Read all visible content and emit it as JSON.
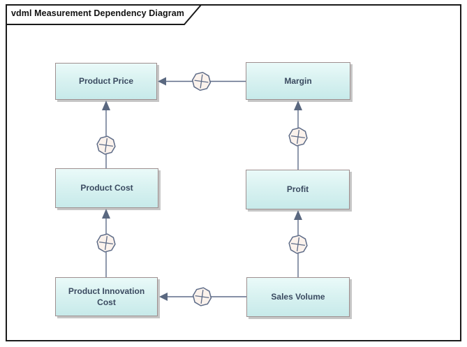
{
  "frame": {
    "title": "vdml Measurement Dependency Diagram",
    "type_label": "diagram-frame"
  },
  "colors": {
    "frame_border": "#1a1a1a",
    "node_fill_top": "#eafaf9",
    "node_fill_bottom": "#c7eaea",
    "node_border": "#9e8f8f",
    "node_text": "#3a4a60",
    "node_shadow": "#c6c6c6",
    "connector_line": "#5e6c88",
    "arrowhead_fill": "#5a6880",
    "symbol_fill": "#fbf2ec",
    "symbol_border": "#5e6c88"
  },
  "nodes": [
    {
      "id": "product-price",
      "label": "Product Price"
    },
    {
      "id": "margin",
      "label": "Margin"
    },
    {
      "id": "product-cost",
      "label": "Product Cost"
    },
    {
      "id": "profit",
      "label": "Profit"
    },
    {
      "id": "product-innovation-cost",
      "label": "Product Innovation Cost"
    },
    {
      "id": "sales-volume",
      "label": "Sales Volume"
    }
  ],
  "connectors": [
    {
      "from": "Margin",
      "to": "Product Price",
      "symbol": "plus-octagon-icon",
      "direction": "left"
    },
    {
      "from": "Product Cost",
      "to": "Product Price",
      "symbol": "plus-octagon-icon",
      "direction": "up"
    },
    {
      "from": "Profit",
      "to": "Margin",
      "symbol": "plus-octagon-icon",
      "direction": "up"
    },
    {
      "from": "Product Innovation Cost",
      "to": "Product Cost",
      "symbol": "plus-octagon-icon",
      "direction": "up"
    },
    {
      "from": "Sales Volume",
      "to": "Profit",
      "symbol": "plus-octagon-icon",
      "direction": "up"
    },
    {
      "from": "Sales Volume",
      "to": "Product Innovation Cost",
      "symbol": "plus-octagon-icon",
      "direction": "left"
    }
  ]
}
